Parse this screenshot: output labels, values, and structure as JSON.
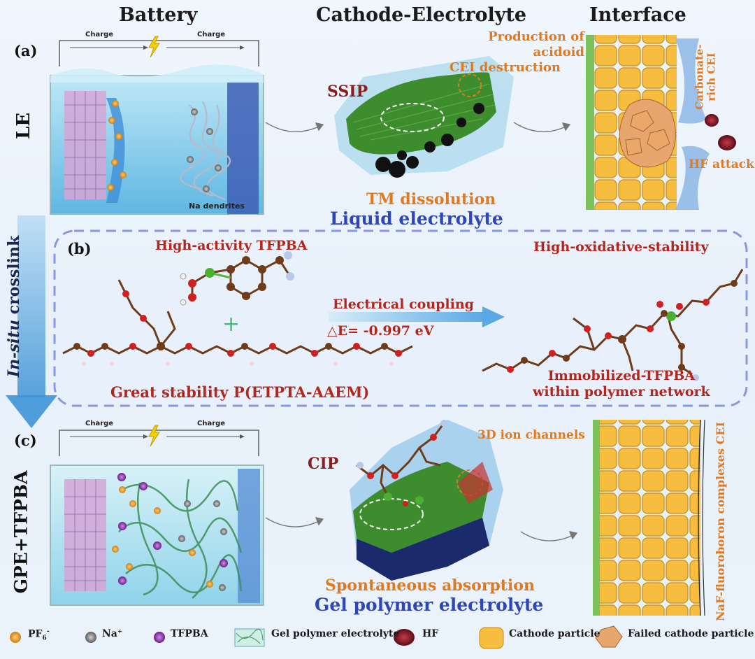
{
  "headers": {
    "battery": "Battery",
    "cathode_electrolyte": "Cathode-Electrolyte",
    "interface": "Interface"
  },
  "panel_a": {
    "label": "(a)",
    "row_label": "LE",
    "charge_left": "Charge",
    "charge_right": "Charge",
    "dendrites": "Na dendrites",
    "ssip": "SSIP",
    "acidoid": "Production of acidoid",
    "cei_destruction": "CEI destruction",
    "tm_dissolution": "TM dissolution",
    "liquid_electrolyte": "Liquid electrolyte",
    "carbonate_cei": "Carbonate-rich CEI",
    "hf_attack": "HF attack"
  },
  "side_arrow": {
    "insitu": "In-situ",
    "crosslink": " crosslink"
  },
  "panel_b": {
    "label": "(b)",
    "high_activity": "High-activity TFPBA",
    "high_oxidative": "High-oxidative-stability",
    "electrical_coupling": "Electrical coupling",
    "delta_e": "△E= -0.997 eV",
    "great_stability": "Great stability P(ETPTA-AAEM)",
    "immobilized_1": "Immobilized-TFPBA",
    "immobilized_2": "within polymer network",
    "plus": "+"
  },
  "panel_c": {
    "label": "(c)",
    "row_label": "GPE+TFPBA",
    "charge_left": "Charge",
    "charge_right": "Charge",
    "cip": "CIP",
    "ion_channels": "3D ion channels",
    "spontaneous": "Spontaneous absorption",
    "gel_polymer": "Gel polymer electrolyte",
    "naf_cei": "NaF-fluoroboron complexes CEI"
  },
  "legend": {
    "pf6": "PF",
    "pf6_sub": "6",
    "pf6_sup": "-",
    "na": "Na⁺",
    "tfpba": "TFPBA",
    "gpe": "Gel polymer electrolyte",
    "hf": "HF",
    "cathode": "Cathode particle",
    "failed": "Failed cathode particle"
  },
  "colors": {
    "pf6": "#e8981c",
    "na": "#8a8a8a",
    "tfpba": "#8d3aa8",
    "hf": "#7a1420",
    "cathode": "#f3b93a",
    "failed": "#e6a66e",
    "title_red": "#b3261e",
    "orange_text": "#e07a20",
    "blue_text": "#2e46b8"
  }
}
